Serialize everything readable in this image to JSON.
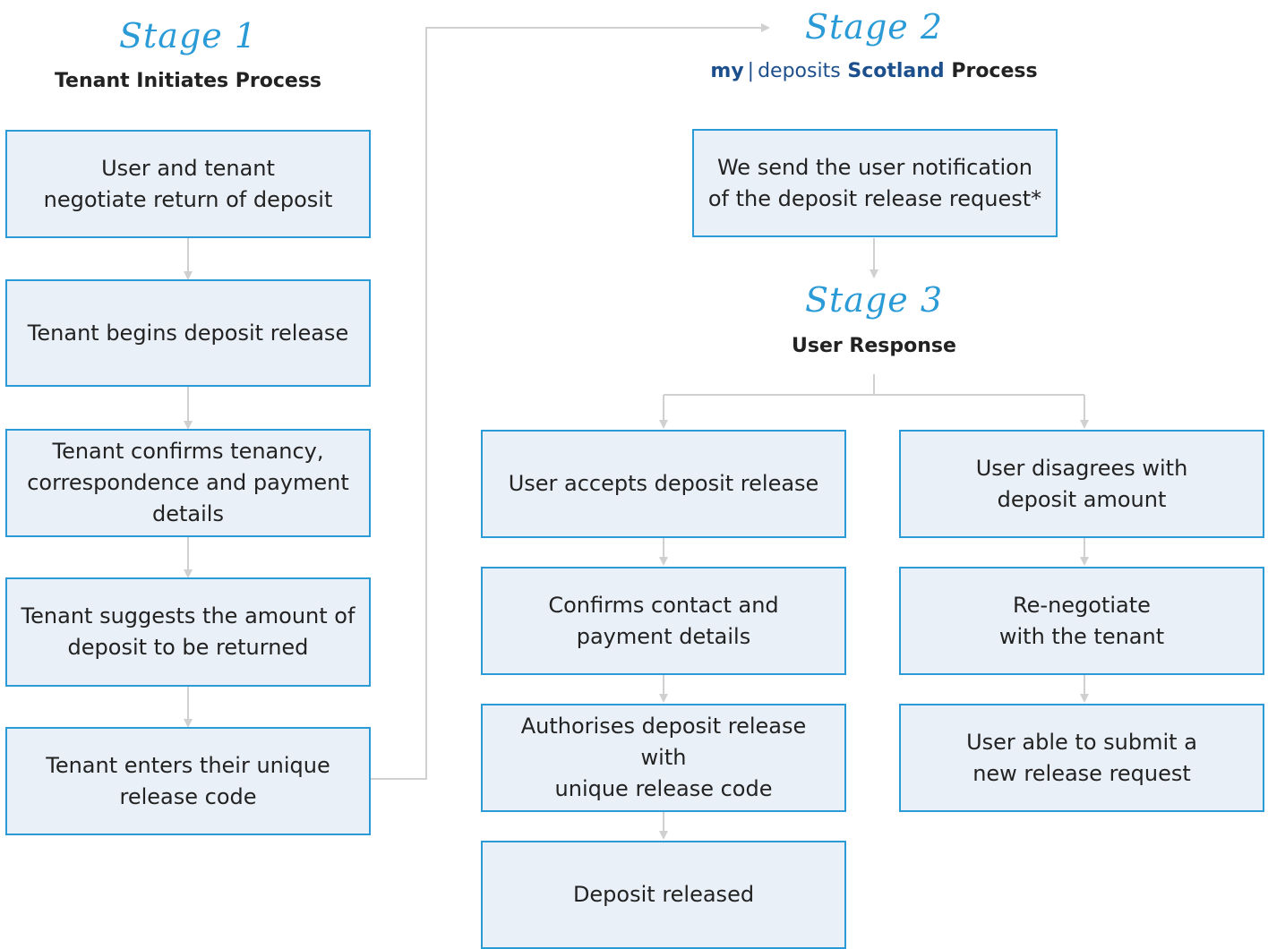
{
  "stage1": {
    "title": "Stage 1",
    "subtitle": "Tenant Initiates Process",
    "steps": [
      {
        "line1": "User and tenant",
        "line2": "negotiate return of deposit"
      },
      {
        "line1": "Tenant begins deposit release"
      },
      {
        "line1": "Tenant confirms tenancy,",
        "line2": "correspondence and payment",
        "line3": "details"
      },
      {
        "line1": "Tenant suggests the amount of",
        "line2": "deposit to be returned"
      },
      {
        "line1": "Tenant enters their unique",
        "line2": "release code"
      }
    ]
  },
  "stage2": {
    "title": "Stage 2",
    "brand": {
      "my": "my",
      "separator": "|",
      "deposits": "deposits",
      "scotland": "Scotland",
      "process": "Process"
    },
    "step": {
      "line1": "We send the user notification",
      "line2": "of the deposit release request*"
    }
  },
  "stage3": {
    "title": "Stage 3",
    "subtitle": "User Response",
    "accept_branch": [
      {
        "line1": "User accepts deposit release"
      },
      {
        "line1": "Confirms contact and",
        "line2": "payment details"
      },
      {
        "line1": "Authorises deposit release with",
        "line2": "unique release code"
      },
      {
        "line1": "Deposit released"
      }
    ],
    "disagree_branch": [
      {
        "line1": "User disagrees with",
        "line2": "deposit amount"
      },
      {
        "line1": "Re-negotiate",
        "line2": "with the tenant"
      },
      {
        "line1": "User able to submit a",
        "line2": "new release request"
      }
    ]
  },
  "colors": {
    "accent": "#2a9bd6",
    "box_fill": "#eaf0f8",
    "connector": "#d0d0d0",
    "brand": "#1c4f8c"
  }
}
